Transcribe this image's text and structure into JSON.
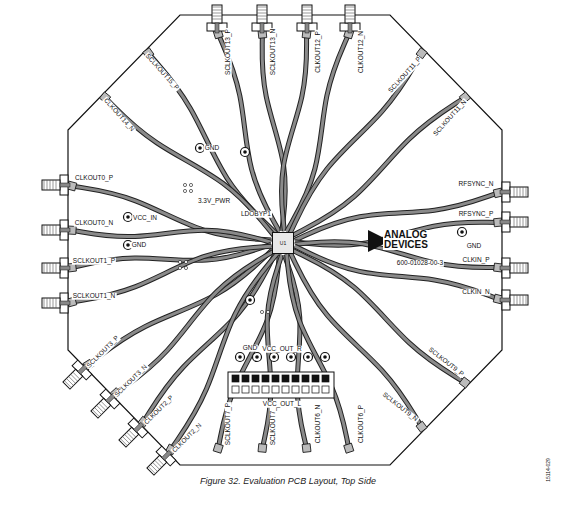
{
  "diagram": {
    "caption": "Figure 32. Evaluation PCB Layout, Top Side",
    "nodes": [
      {
        "text": [
          "U1"
        ]
      }
    ],
    "labels": [
      "SCLKOUT13_P",
      "SCLKOUT13_N",
      "CLKOUT12_P",
      "CLKOUT12_N",
      "SCLKOUT11_P",
      "SCLKOUT11_N",
      "RFSYNC_N",
      "RFSYNC_P",
      "CLKIN_P",
      "CLKIN_N",
      "SCLKOUT9_P",
      "SCLKOUT9_N",
      "SCLKOUT7_P",
      "SCLKOUT7_N",
      "CLKOUT6_N",
      "CLKOUT6_P",
      "SCLKOUT3_P",
      "SCLKOUT3_N",
      "CLKOUT2_P",
      "CLKOUT2_N",
      "CLKOUT0_P",
      "CLKOUT0_N",
      "SCLKOUT1_P",
      "SCLKOUT1_N",
      "SCLKOUT15_P",
      "CLKOUT14_N",
      "GND",
      "GND",
      "GND",
      "GND",
      "3.3V_PWR",
      "VCC_IN",
      "LDOBYP1",
      "VCC_OUT_R",
      "VCC_OUT_L",
      "ANALOG DEVICES",
      "600-01028-00-3",
      "15114-029"
    ]
  }
}
